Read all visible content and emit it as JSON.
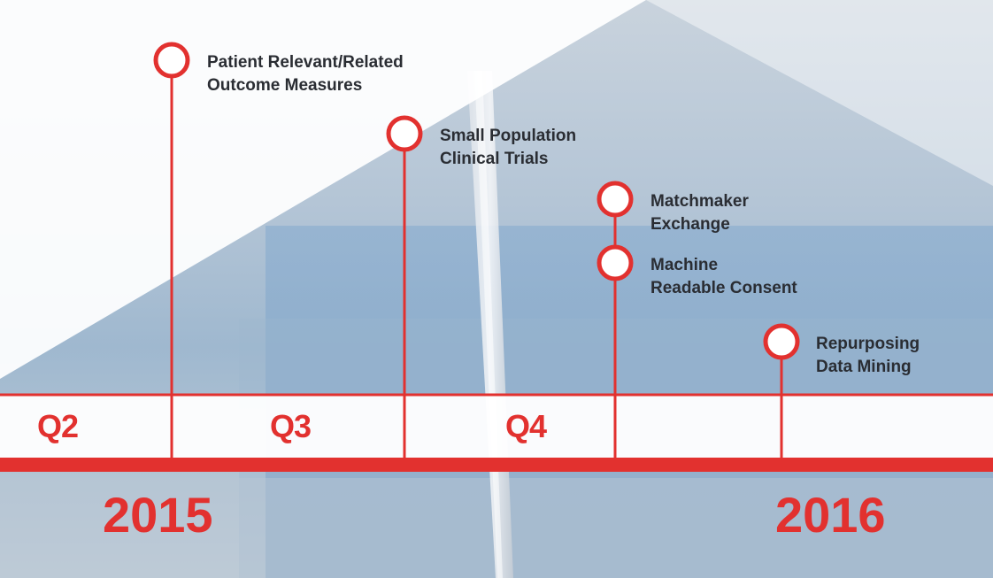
{
  "colors": {
    "accent": "#e2312f",
    "text": "#2a2d33",
    "band": "#ffffff"
  },
  "milestones": [
    {
      "lines": [
        "Patient Relevant/Related",
        "Outcome Measures"
      ],
      "icon": "circle-marker-icon"
    },
    {
      "lines": [
        "Small Population",
        "Clinical Trials"
      ],
      "icon": "circle-marker-icon"
    },
    {
      "lines": [
        "Matchmaker",
        "Exchange"
      ],
      "icon": "circle-marker-icon"
    },
    {
      "lines": [
        "Machine",
        "Readable Consent"
      ],
      "icon": "circle-marker-icon"
    },
    {
      "lines": [
        "Repurposing",
        "Data Mining"
      ],
      "icon": "circle-marker-icon"
    }
  ],
  "quarters": [
    "Q2",
    "Q3",
    "Q4"
  ],
  "years": [
    "2015",
    "2016"
  ]
}
